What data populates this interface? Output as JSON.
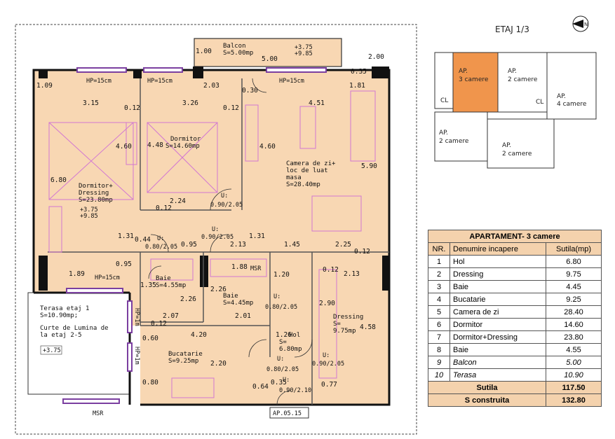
{
  "floor_label": "ETAJ 1/3",
  "entrance_label": "AP.05.15",
  "rooms": {
    "balcon": {
      "name": "Balcon",
      "area": "S=5.00mp",
      "elev1": "+3.75",
      "elev2": "+9.85"
    },
    "dormitor_dressing": {
      "name": "Dormitor+",
      "name2": "Dressing",
      "area": "S=23.80mp",
      "elev1": "+3.75",
      "elev2": "+9.85"
    },
    "dormitor": {
      "name": "Dormitor",
      "area": "S=14.60mp"
    },
    "camera_zi": {
      "name": "Camera de zi+",
      "name2": "loc de luat",
      "name3": "masa",
      "area": "S=28.40mp"
    },
    "baie1": {
      "name": "Baie",
      "area": "S=4.55mp"
    },
    "baie2": {
      "name": "Baie",
      "area": "S=4.45mp"
    },
    "hol": {
      "name": "Hol",
      "area": "S=",
      "area2": "6.80mp"
    },
    "dressing": {
      "name": "Dressing",
      "area": "S=",
      "area2": "9.75mp"
    },
    "bucatarie": {
      "name": "Bucatarie",
      "area": "S=9.25mp"
    },
    "terasa": {
      "line1": "Terasa etaj 1",
      "line2": "S=10.90mp;",
      "line3": "Curte de Lumina de",
      "line4": "la etaj 2-5",
      "elev": "+3.75"
    }
  },
  "dimensions": [
    "1.00",
    "5.00",
    "2.00",
    "0.35",
    "1.09",
    "2.03",
    "0.30",
    "1.81",
    "3.15",
    "0.12",
    "3.26",
    "0.12",
    "4.51",
    "4.60",
    "4.48",
    "4.60",
    "5.90",
    "6.80",
    "2.24",
    "0.12",
    "1.31",
    "0.44",
    "0.95",
    "2.13",
    "1.31",
    "1.45",
    "2.25",
    "0.12",
    "0.95",
    "1.88",
    "1.20",
    "0.12",
    "2.13",
    "1.89",
    "1.35",
    "2.26",
    "2.26",
    "2.90",
    "2.01",
    "2.07",
    "0.12",
    "1.26",
    "4.58",
    "4.20",
    "0.60",
    "2.20",
    "0.80",
    "0.64",
    "0.35",
    "0.77"
  ],
  "openings": {
    "window": "HP=15cm",
    "door_a": "U:",
    "door_a_dim": "0.90/2.05",
    "door_b": "U:",
    "door_b_dim": "0.80/2.05",
    "door_c": "U:",
    "door_c_dim": "0.90/2.10",
    "msr": "MSR",
    "window_side": "HP=1m"
  },
  "key_plan": {
    "highlight": {
      "l1": "AP.",
      "l2": "3 camere"
    },
    "units": [
      {
        "l1": "AP.",
        "l2": "2 camere"
      },
      {
        "l1": "AP.",
        "l2": "4 camere"
      },
      {
        "l1": "AP.",
        "l2": "2 camere"
      },
      {
        "l1": "AP.",
        "l2": "2 camere"
      }
    ],
    "cl": "CL",
    "colors": {
      "highlight": "#f0954c",
      "room_fill": "#f8d7b3",
      "room_stroke": "#d277d2"
    }
  },
  "table": {
    "title": "APARTAMENT- 3 camere",
    "headers": [
      "NR.",
      "Denumire incapere",
      "Sutila(mp)"
    ],
    "rows": [
      {
        "nr": "1",
        "name": "Hol",
        "area": "6.80"
      },
      {
        "nr": "2",
        "name": "Dressing",
        "area": "9.75"
      },
      {
        "nr": "3",
        "name": "Baie",
        "area": "4.45"
      },
      {
        "nr": "4",
        "name": "Bucatarie",
        "area": "9.25"
      },
      {
        "nr": "5",
        "name": "Camera de zi",
        "area": "28.40"
      },
      {
        "nr": "6",
        "name": "Dormitor",
        "area": "14.60"
      },
      {
        "nr": "7",
        "name": "Dormitor+Dressing",
        "area": "23.80"
      },
      {
        "nr": "8",
        "name": "Baie",
        "area": "4.55"
      },
      {
        "nr": "9",
        "name": "Balcon",
        "area": "5.00",
        "italic": true
      },
      {
        "nr": "10",
        "name": "Terasa",
        "area": "10.90",
        "italic": true
      }
    ],
    "sutila_label": "Sutila",
    "sutila_value": "117.50",
    "sconstruita_label": "S construita",
    "sconstruita_value": "132.80"
  }
}
